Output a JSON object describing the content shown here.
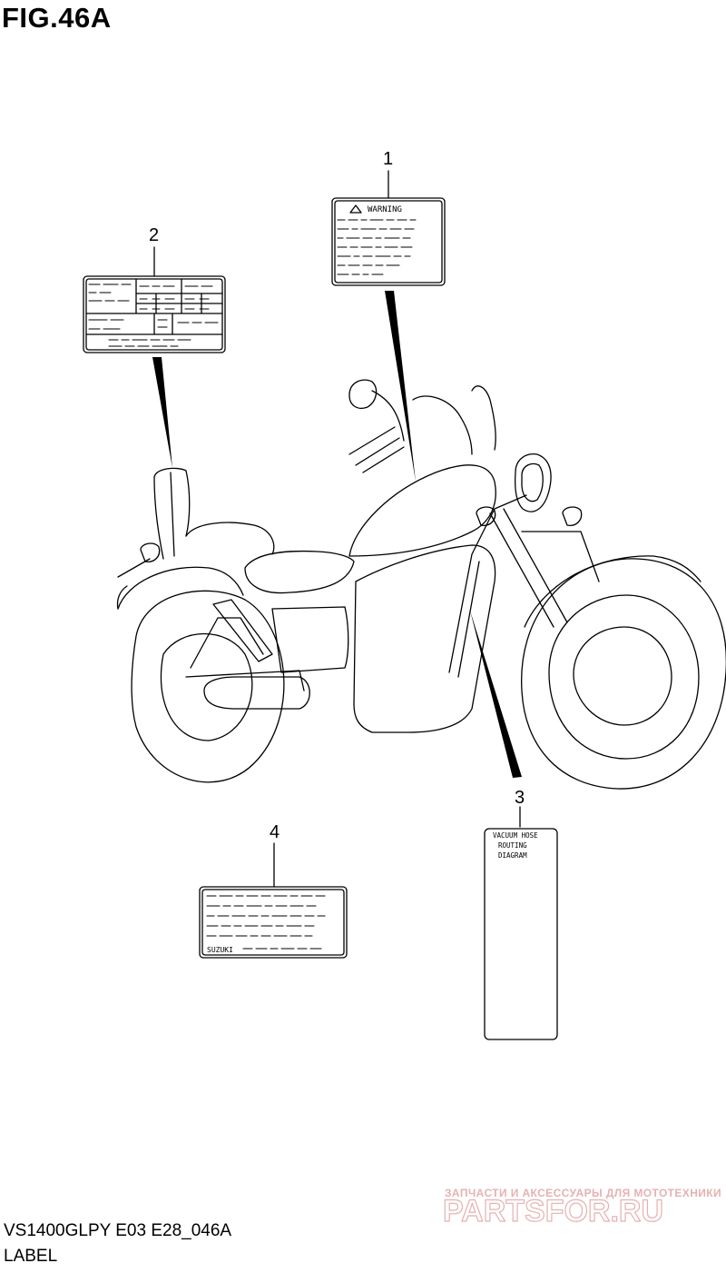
{
  "figure": {
    "title": "FIG.46A",
    "model_code": "VS1400GLPY E03 E28_046A",
    "caption": "LABEL"
  },
  "callouts": [
    {
      "number": "1",
      "part": "warning-label"
    },
    {
      "number": "2",
      "part": "information-label"
    },
    {
      "number": "3",
      "part": "vacuum-hose-routing-label"
    },
    {
      "number": "4",
      "part": "suzuki-label"
    }
  ],
  "labels": {
    "warning_header": "WARNING",
    "vacuum_line1": "VACUUM HOSE",
    "vacuum_line2": "ROUTING",
    "vacuum_line3": "DIAGRAM",
    "brand": "SUZUKI"
  },
  "watermark": {
    "tagline": "ЗАПЧАСТИ И АКСЕССУАРЫ ДЛЯ МОТОТЕХНИКИ",
    "brand": "PARTSFOR.RU",
    "color": "#e6b1b1"
  },
  "colors": {
    "line": "#000000",
    "background": "#ffffff"
  }
}
